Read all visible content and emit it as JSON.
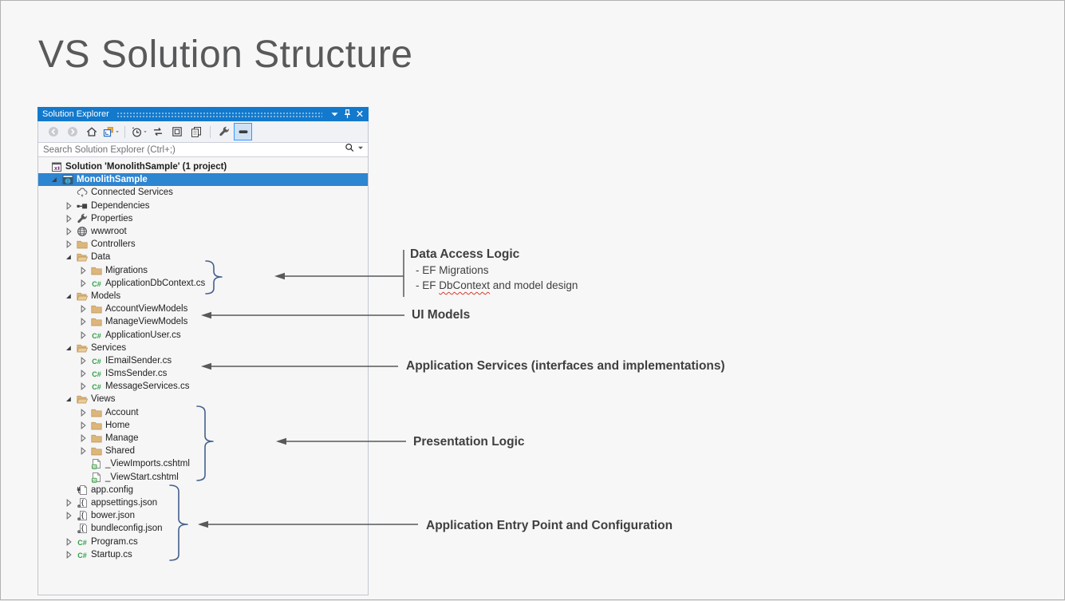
{
  "slide": {
    "title": "VS Solution Structure"
  },
  "solution_explorer": {
    "title": "Solution Explorer",
    "titlebar_buttons": [
      {
        "name": "window-position-menu"
      },
      {
        "name": "pin"
      },
      {
        "name": "close"
      }
    ],
    "toolbar": [
      {
        "name": "back",
        "disabled": true
      },
      {
        "name": "forward",
        "disabled": true
      },
      {
        "name": "home"
      },
      {
        "name": "switch-views",
        "caret": true
      },
      {
        "name": "separator"
      },
      {
        "name": "pending-changes-filter",
        "caret": true
      },
      {
        "name": "sync-with-active-document"
      },
      {
        "name": "collapse-all"
      },
      {
        "name": "show-all-files"
      },
      {
        "name": "separator"
      },
      {
        "name": "properties"
      },
      {
        "name": "preview-selected-items",
        "active": true
      }
    ],
    "search": {
      "placeholder": "Search Solution Explorer (Ctrl+;)"
    },
    "tree": [
      {
        "label": "Solution 'MonolithSample' (1 project)",
        "icon": "solution",
        "level": 0,
        "expander": null,
        "bold": true
      },
      {
        "label": "MonolithSample",
        "icon": "project",
        "level": 1,
        "expander": "expanded",
        "selected": true,
        "bold": true
      },
      {
        "label": "Connected Services",
        "icon": "cloud",
        "level": 2,
        "expander": null
      },
      {
        "label": "Dependencies",
        "icon": "dependencies",
        "level": 2,
        "expander": "collapsed"
      },
      {
        "label": "Properties",
        "icon": "wrench",
        "level": 2,
        "expander": "collapsed"
      },
      {
        "label": "wwwroot",
        "icon": "globe",
        "level": 2,
        "expander": "collapsed"
      },
      {
        "label": "Controllers",
        "icon": "folder",
        "level": 2,
        "expander": "collapsed"
      },
      {
        "label": "Data",
        "icon": "folder-open",
        "level": 2,
        "expander": "expanded"
      },
      {
        "label": "Migrations",
        "icon": "folder",
        "level": 3,
        "expander": "collapsed"
      },
      {
        "label": "ApplicationDbContext.cs",
        "icon": "csharp",
        "level": 3,
        "expander": "collapsed"
      },
      {
        "label": "Models",
        "icon": "folder-open",
        "level": 2,
        "expander": "expanded"
      },
      {
        "label": "AccountViewModels",
        "icon": "folder",
        "level": 3,
        "expander": "collapsed"
      },
      {
        "label": "ManageViewModels",
        "icon": "folder",
        "level": 3,
        "expander": "collapsed"
      },
      {
        "label": "ApplicationUser.cs",
        "icon": "csharp",
        "level": 3,
        "expander": "collapsed"
      },
      {
        "label": "Services",
        "icon": "folder-open",
        "level": 2,
        "expander": "expanded"
      },
      {
        "label": "IEmailSender.cs",
        "icon": "csharp",
        "level": 3,
        "expander": "collapsed"
      },
      {
        "label": "ISmsSender.cs",
        "icon": "csharp",
        "level": 3,
        "expander": "collapsed"
      },
      {
        "label": "MessageServices.cs",
        "icon": "csharp",
        "level": 3,
        "expander": "collapsed"
      },
      {
        "label": "Views",
        "icon": "folder-open",
        "level": 2,
        "expander": "expanded"
      },
      {
        "label": "Account",
        "icon": "folder",
        "level": 3,
        "expander": "collapsed"
      },
      {
        "label": "Home",
        "icon": "folder",
        "level": 3,
        "expander": "collapsed"
      },
      {
        "label": "Manage",
        "icon": "folder",
        "level": 3,
        "expander": "collapsed"
      },
      {
        "label": "Shared",
        "icon": "folder",
        "level": 3,
        "expander": "collapsed"
      },
      {
        "label": "_ViewImports.cshtml",
        "icon": "cshtml",
        "level": 3,
        "expander": null
      },
      {
        "label": "_ViewStart.cshtml",
        "icon": "cshtml",
        "level": 3,
        "expander": null
      },
      {
        "label": "app.config",
        "icon": "config",
        "level": 2,
        "expander": null
      },
      {
        "label": "appsettings.json",
        "icon": "json",
        "level": 2,
        "expander": "collapsed"
      },
      {
        "label": "bower.json",
        "icon": "json",
        "level": 2,
        "expander": "collapsed"
      },
      {
        "label": "bundleconfig.json",
        "icon": "json",
        "level": 2,
        "expander": null
      },
      {
        "label": "Program.cs",
        "icon": "csharp",
        "level": 2,
        "expander": "collapsed"
      },
      {
        "label": "Startup.cs",
        "icon": "csharp",
        "level": 2,
        "expander": "collapsed"
      }
    ]
  },
  "annotations": [
    {
      "title": "Data Access Logic",
      "lines": [
        "- EF Migrations",
        "- EF DbContext and model design"
      ],
      "spellcheck_word": "DbContext"
    },
    {
      "title": "UI Models"
    },
    {
      "title": "Application Services (interfaces and implementations)"
    },
    {
      "title": "Presentation Logic"
    },
    {
      "title": "Application Entry Point and Configuration"
    }
  ],
  "colors": {
    "titlebar_blue": "#1379cc",
    "selection_blue": "#2e85d0",
    "folder_tan": "#dcb67a",
    "csharp_green": "#2f9e44",
    "brace_blue": "#44608c",
    "arrow_gray": "#58595b"
  }
}
